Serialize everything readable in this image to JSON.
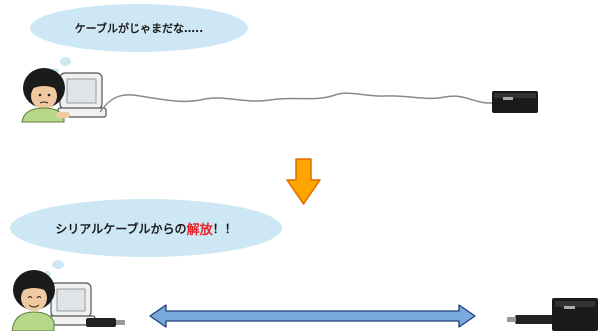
{
  "scene_top": {
    "speech": "ケーブルがじゃまだな….."
  },
  "scene_bottom": {
    "speech_prefix": "シリアルケーブルからの",
    "speech_highlight": "解放",
    "speech_suffix": "！！"
  },
  "colors": {
    "bubble": "#cde8f4",
    "highlight_text": "#e8242c",
    "down_arrow_fill": "#ffa500",
    "down_arrow_stroke": "#e06a00",
    "double_arrow_fill": "#7aa9dc",
    "double_arrow_stroke": "#1f3f78",
    "cable": "#8a8a8a",
    "device_body": "#1a1a1a"
  }
}
